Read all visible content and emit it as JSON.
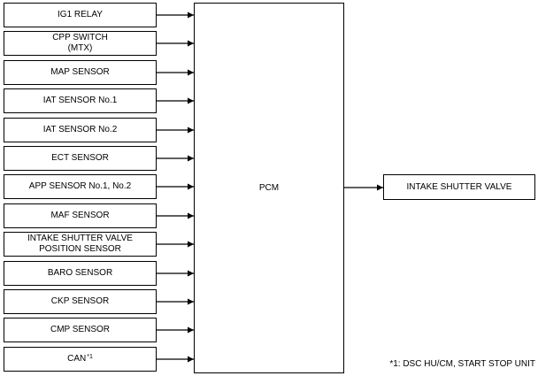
{
  "inputs": [
    {
      "label": "IG1 RELAY",
      "sup": ""
    },
    {
      "label": "CPP SWITCH\n(MTX)",
      "sup": ""
    },
    {
      "label": "MAP SENSOR",
      "sup": ""
    },
    {
      "label": "IAT SENSOR No.1",
      "sup": ""
    },
    {
      "label": "IAT SENSOR No.2",
      "sup": ""
    },
    {
      "label": "ECT SENSOR",
      "sup": ""
    },
    {
      "label": "APP SENSOR No.1, No.2",
      "sup": ""
    },
    {
      "label": "MAF SENSOR",
      "sup": ""
    },
    {
      "label": "INTAKE SHUTTER VALVE\nPOSITION SENSOR",
      "sup": ""
    },
    {
      "label": "BARO SENSOR",
      "sup": ""
    },
    {
      "label": "CKP SENSOR",
      "sup": ""
    },
    {
      "label": "CMP SENSOR",
      "sup": ""
    },
    {
      "label": "CAN ",
      "sup": "*1"
    }
  ],
  "controller": {
    "label": "PCM"
  },
  "output": {
    "label": "INTAKE SHUTTER VALVE"
  },
  "footnote": "*1: DSC HU/CM, START STOP UNIT"
}
